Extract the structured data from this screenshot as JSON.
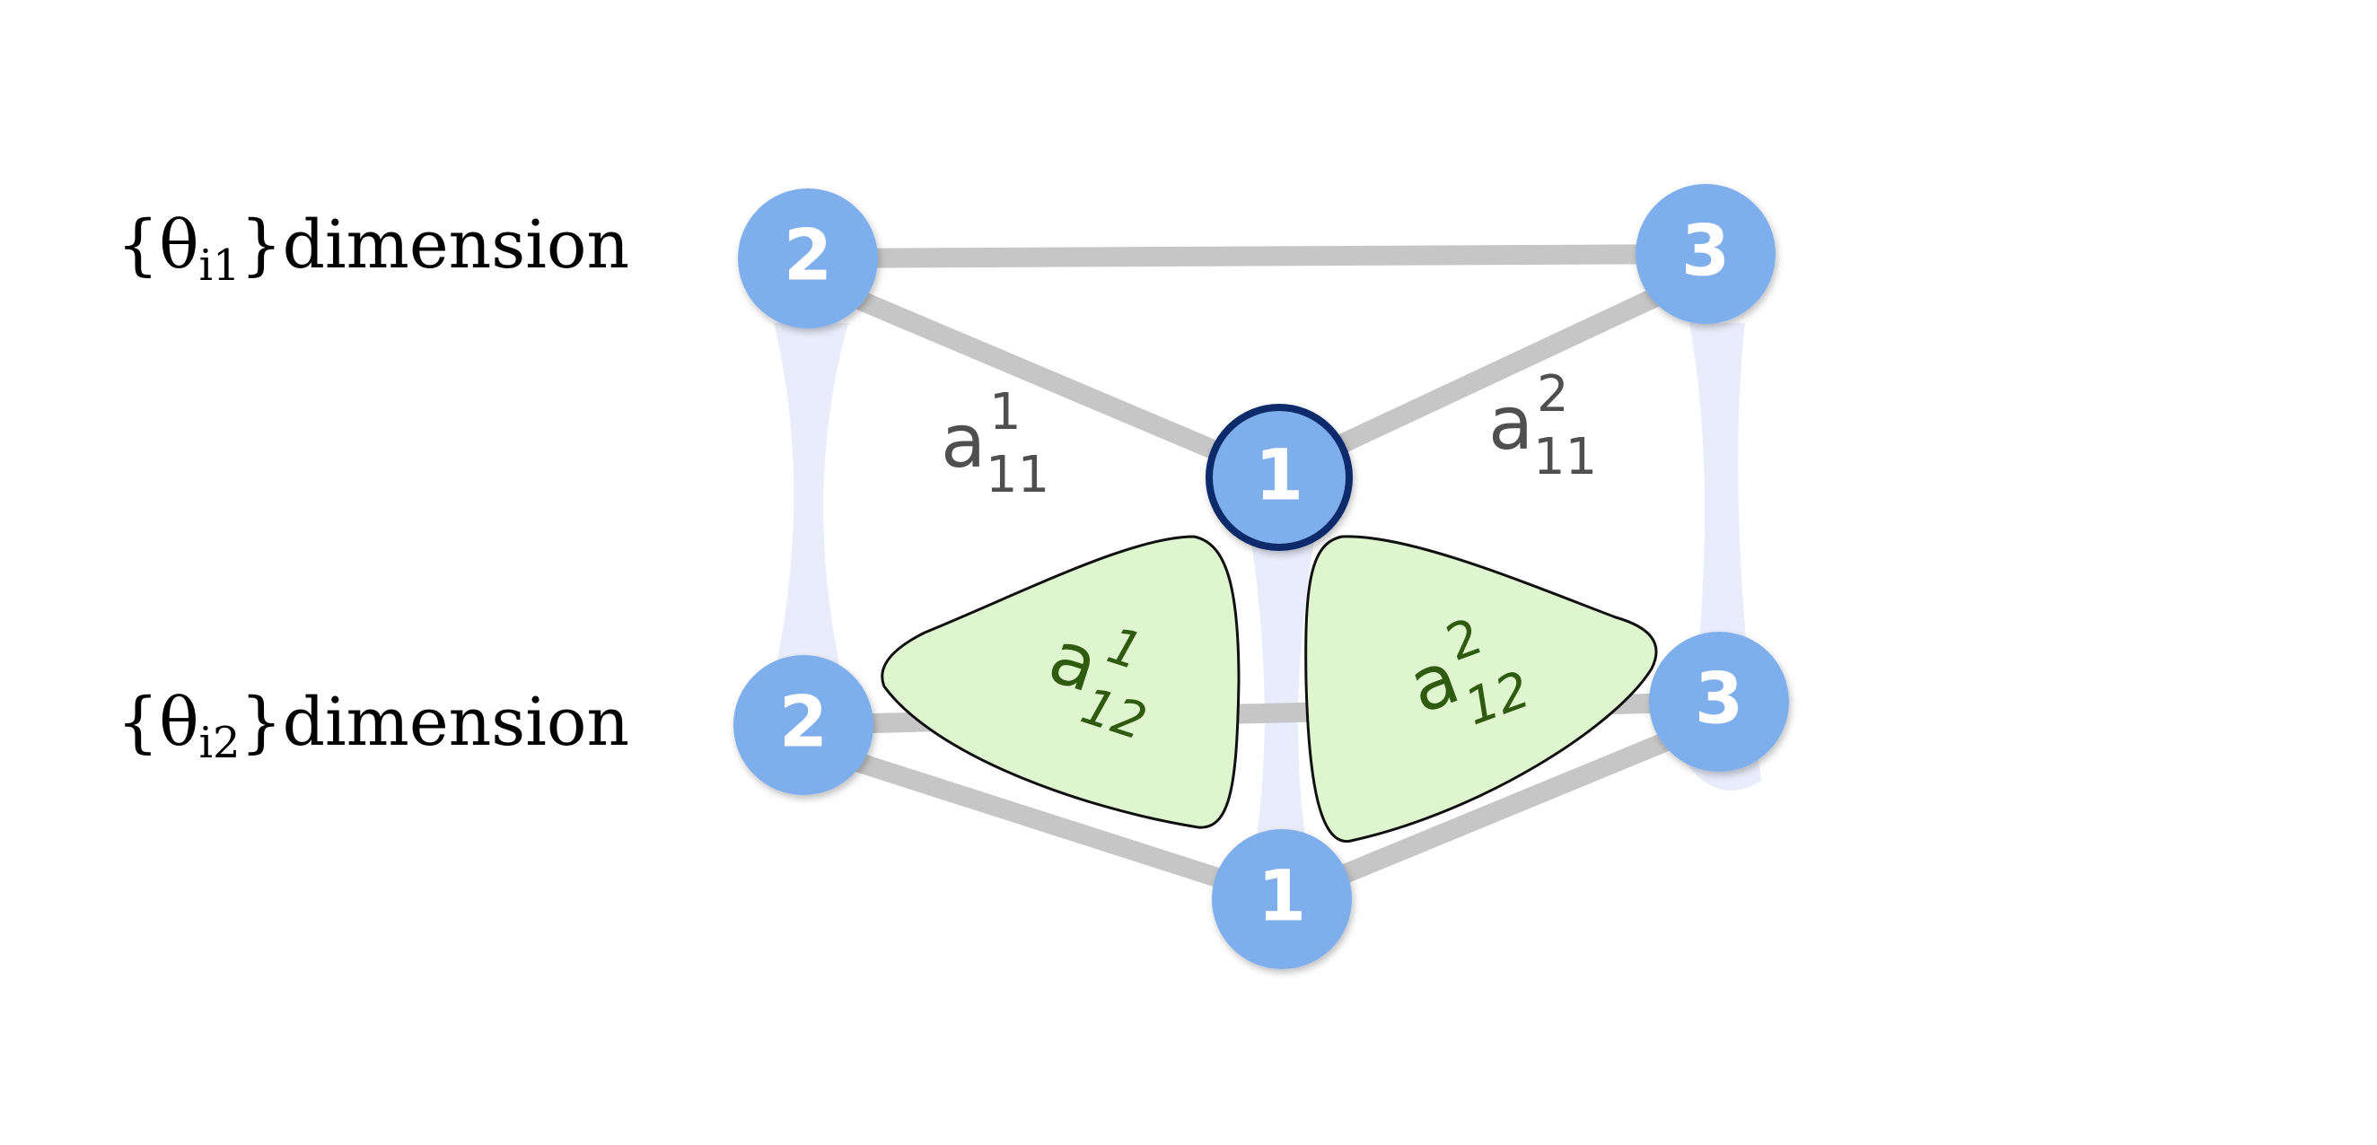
{
  "rows": [
    {
      "prefix": "{θ",
      "sub": "i1",
      "suffix": "}dimension"
    },
    {
      "prefix": "{θ",
      "sub": "i2",
      "suffix": "}dimension"
    }
  ],
  "nodes": {
    "top_left": "2",
    "top_right": "3",
    "top_center": "1",
    "bottom_left": "2",
    "bottom_right": "3",
    "bottom_center": "1"
  },
  "edge_labels": {
    "a11_1": {
      "base": "a",
      "sup": "1",
      "sub": "11"
    },
    "a11_2": {
      "base": "a",
      "sup": "2",
      "sub": "11"
    },
    "a12_1": {
      "base": "a",
      "sup": "1",
      "sub": "12"
    },
    "a12_2": {
      "base": "a",
      "sup": "2",
      "sub": "12"
    }
  },
  "colors": {
    "node_fill": "#7eaeec",
    "node_focus_stroke": "#0f2a6b",
    "edge": "#c6c6c6",
    "band": "#e9edfb",
    "highlight_fill": "#dff5cf",
    "highlight_stroke": "#111111",
    "green_label": "#2f5a10",
    "gray_label": "#4f4f4f"
  }
}
